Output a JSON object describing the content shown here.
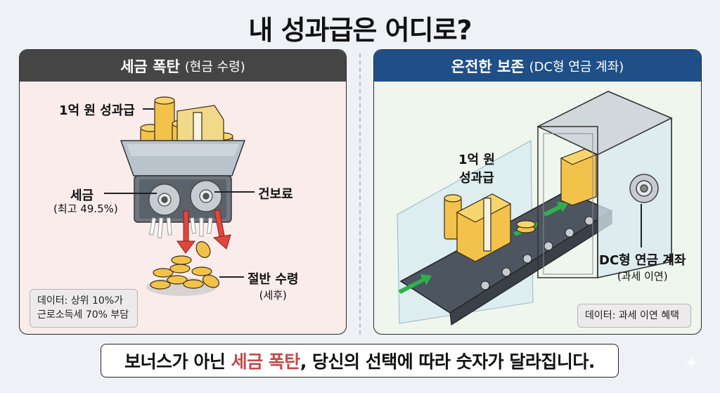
{
  "title": "내 성과급은 어디로?",
  "left_panel": {
    "heading": "세금 폭탄",
    "heading_sub": "(현금 수령)",
    "header_color": "#454545",
    "background": "#fbecec",
    "labels": {
      "bonus": "1억 원 성과급",
      "tax": "세금",
      "tax_sub": "(최고 49.5%)",
      "health_insurance": "건보료",
      "half_received": "절반 수령",
      "half_received_sub": "(세후)"
    },
    "data_note": {
      "line1": "데이터: 상위 10%가",
      "line2": "근로소득세 70% 부담"
    }
  },
  "right_panel": {
    "heading": "온전한 보존",
    "heading_sub": "(DC형 연금 계좌)",
    "header_color": "#1f4f86",
    "background": "#eef6ee",
    "labels": {
      "bonus_line1": "1억 원",
      "bonus_line2": "성과급",
      "account": "DC형 연금 계좌",
      "account_sub": "(과세 이연)"
    },
    "data_note": "데이터: 과세 이연 혜택"
  },
  "banner": {
    "prefix": "보너스가 아닌 ",
    "highlight": "세금 폭탄",
    "suffix": ", 당신의 선택에 따라 숫자가 달라집니다.",
    "highlight_color": "#c44a4a"
  },
  "icons": {
    "sparkle": "✦"
  }
}
